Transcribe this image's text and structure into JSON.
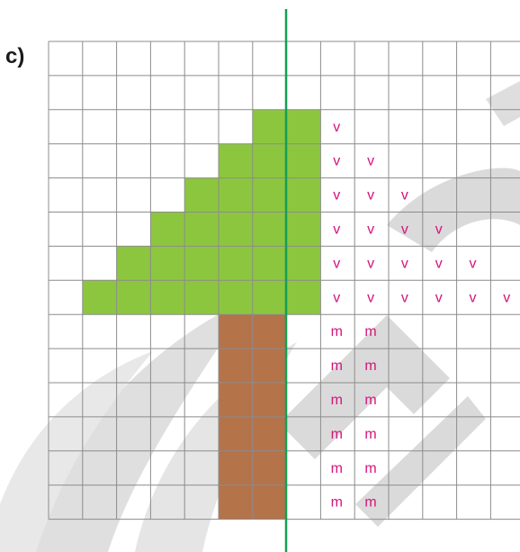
{
  "exercise": {
    "part_label": "c)"
  },
  "grid": {
    "columns": 15,
    "rows": 14
  },
  "colors": {
    "green": "#8cc63f",
    "brown": "#b5734a",
    "letter": "#d4147c",
    "symmetry_axis": "#13a055",
    "gridline": "#8c8c8c",
    "watermark": "#d9d9d9"
  },
  "filled_cells": {
    "green": [
      [
        2,
        6
      ],
      [
        2,
        7
      ],
      [
        3,
        5
      ],
      [
        3,
        6
      ],
      [
        3,
        7
      ],
      [
        4,
        4
      ],
      [
        4,
        5
      ],
      [
        4,
        6
      ],
      [
        4,
        7
      ],
      [
        5,
        3
      ],
      [
        5,
        4
      ],
      [
        5,
        5
      ],
      [
        5,
        6
      ],
      [
        5,
        7
      ],
      [
        6,
        2
      ],
      [
        6,
        3
      ],
      [
        6,
        4
      ],
      [
        6,
        5
      ],
      [
        6,
        6
      ],
      [
        6,
        7
      ],
      [
        7,
        1
      ],
      [
        7,
        2
      ],
      [
        7,
        3
      ],
      [
        7,
        4
      ],
      [
        7,
        5
      ],
      [
        7,
        6
      ],
      [
        7,
        7
      ]
    ],
    "brown": [
      [
        8,
        5
      ],
      [
        8,
        6
      ],
      [
        9,
        5
      ],
      [
        9,
        6
      ],
      [
        10,
        5
      ],
      [
        10,
        6
      ],
      [
        11,
        5
      ],
      [
        11,
        6
      ],
      [
        12,
        5
      ],
      [
        12,
        6
      ],
      [
        13,
        5
      ],
      [
        13,
        6
      ]
    ]
  },
  "letters": {
    "green_mark": "v",
    "brown_mark": "m"
  },
  "letter_cells": [
    {
      "row": 2,
      "col": 8,
      "text": "v"
    },
    {
      "row": 3,
      "col": 8,
      "text": "v"
    },
    {
      "row": 3,
      "col": 9,
      "text": "v"
    },
    {
      "row": 4,
      "col": 8,
      "text": "v"
    },
    {
      "row": 4,
      "col": 9,
      "text": "v"
    },
    {
      "row": 4,
      "col": 10,
      "text": "v"
    },
    {
      "row": 5,
      "col": 8,
      "text": "v"
    },
    {
      "row": 5,
      "col": 9,
      "text": "v"
    },
    {
      "row": 5,
      "col": 10,
      "text": "v"
    },
    {
      "row": 5,
      "col": 11,
      "text": "v"
    },
    {
      "row": 6,
      "col": 8,
      "text": "v"
    },
    {
      "row": 6,
      "col": 9,
      "text": "v"
    },
    {
      "row": 6,
      "col": 10,
      "text": "v"
    },
    {
      "row": 6,
      "col": 11,
      "text": "v"
    },
    {
      "row": 6,
      "col": 12,
      "text": "v"
    },
    {
      "row": 7,
      "col": 8,
      "text": "v"
    },
    {
      "row": 7,
      "col": 9,
      "text": "v"
    },
    {
      "row": 7,
      "col": 10,
      "text": "v"
    },
    {
      "row": 7,
      "col": 11,
      "text": "v"
    },
    {
      "row": 7,
      "col": 12,
      "text": "v"
    },
    {
      "row": 7,
      "col": 13,
      "text": "v"
    },
    {
      "row": 8,
      "col": 8,
      "text": "m"
    },
    {
      "row": 8,
      "col": 9,
      "text": "m"
    },
    {
      "row": 9,
      "col": 8,
      "text": "m"
    },
    {
      "row": 9,
      "col": 9,
      "text": "m"
    },
    {
      "row": 10,
      "col": 8,
      "text": "m"
    },
    {
      "row": 10,
      "col": 9,
      "text": "m"
    },
    {
      "row": 11,
      "col": 8,
      "text": "m"
    },
    {
      "row": 11,
      "col": 9,
      "text": "m"
    },
    {
      "row": 12,
      "col": 8,
      "text": "m"
    },
    {
      "row": 12,
      "col": 9,
      "text": "m"
    },
    {
      "row": 13,
      "col": 8,
      "text": "m"
    },
    {
      "row": 13,
      "col": 9,
      "text": "m"
    }
  ]
}
